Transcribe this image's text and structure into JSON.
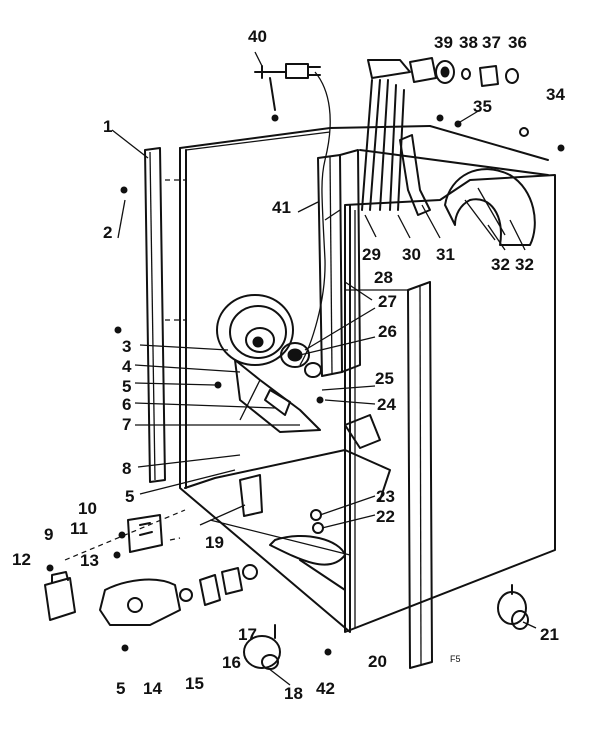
{
  "diagram": {
    "part_labels": [
      "1",
      "2",
      "3",
      "4",
      "5",
      "6",
      "7",
      "8",
      "5",
      "9",
      "10",
      "11",
      "12",
      "13",
      "14",
      "5",
      "15",
      "16",
      "17",
      "18",
      "19",
      "20",
      "21",
      "22",
      "23",
      "24",
      "25",
      "26",
      "27",
      "28",
      "29",
      "30",
      "31",
      "32",
      "32",
      "34",
      "35",
      "36",
      "37",
      "38",
      "39",
      "40",
      "41",
      "42"
    ],
    "stamp": "F5"
  },
  "colors": {
    "ink": "#111111",
    "paper": "#ffffff"
  }
}
